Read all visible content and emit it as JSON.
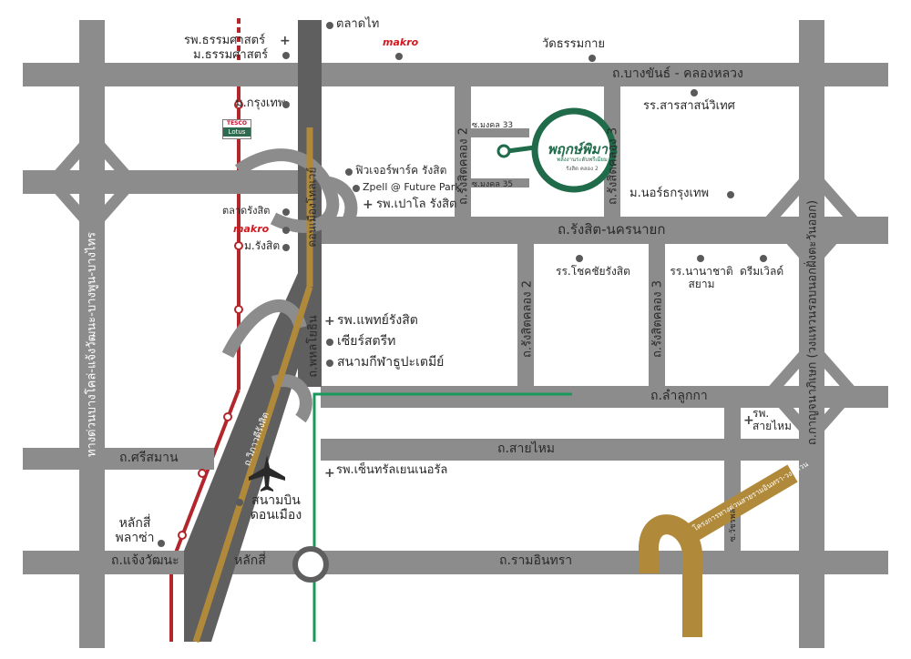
{
  "roads": {
    "vibhavadi": "ทางด่วนบางโคล่-แจ้งวัฒนะ-บางพูน-บางไทร",
    "kanchanaphisek": "ถ.กาญจนาภิเษก (วงแหวนรอบนอกฝั่งตะวันออก)",
    "bangkhan": "ถ.บางขันธ์ - คลองหลวง",
    "rangsit_nakhonnayok": "ถ.รังสิต-นครนายก",
    "lamlukka": "ถ.ลำลูกกา",
    "saimai": "ถ.สายไหม",
    "ramintra": "ถ.รามอินทรา",
    "srisaman": "ถ.ศรีสมาน",
    "chaengwattana": "ถ.แจ้งวัฒนะ",
    "laksi": "หลักสี่",
    "donmueang_tollway": "ดอนเมืองโทลเวย์",
    "phahonyothin": "ถ.พหลโยธิน",
    "vibhavadi_rangsit": "ถ.วิภาวดีรังสิต",
    "rangsit_khlong2_n": "ถ.รังสิตคลอง 2",
    "rangsit_khlong3_n": "ถ.รังสิตคลอง 3",
    "rangsit_khlong2_s": "ถ.รังสิตคลอง 2",
    "rangsit_khlong3_s": "ถ.รังสิตคลอง 3",
    "soi_mongkhon33": "ซ.มงคล 33",
    "soi_mongkhon35": "ซ.มงคล 35",
    "soi_watcharaphon": "ซ.วัชรพล",
    "project_road": "โครงการทางด่วนสายรามอินทรา-วงแหวน"
  },
  "places": {
    "talad_thai": "ตลาดไท",
    "thammasat_hospital": "รพ.ธรรมศาสตร์",
    "thammasat_univ": "ม.ธรรมศาสตร์",
    "makro_1": "makro",
    "wat_thammakai": "วัดธรรมกาย",
    "sarasas_school": "รร.สารสาสน์วิเทศ",
    "bangkok_univ": "ม.กรุงเทพ",
    "future_park": "ฟิวเจอร์พาร์ค รังสิต",
    "zpell": "Zpell @ Future Park",
    "paolo_hospital": "รพ.เปาโล รังสิต",
    "north_bangkok_univ": "ม.นอร์ธกรุงเทพ",
    "talad_rangsit": "ตลาดรังสิต",
    "makro_2": "makro",
    "rangsit_univ": "ม.รังสิต",
    "chokchai_school": "รร.โชคชัยรังสิต",
    "nanachat_school_1": "รร.นานาชาติ",
    "nanachat_school_2": "สยาม",
    "dream_world": "ดรีมเวิลด์",
    "phaet_rangsit": "รพ.แพทย์รังสิต",
    "zeer_rangsit": "เซียร์สตรีท",
    "thupatemee": "สนามกีฬาธูปะเตมีย์",
    "saimai_hospital_1": "รพ.",
    "saimai_hospital_2": "สายไหม",
    "central_general": "รพ.เซ็นทรัลเยนเนอรัล",
    "airport_1": "สนามบิน",
    "airport_2": "ดอนเมือง",
    "laksi_plaza_1": "หลักสี่",
    "laksi_plaza_2": "พลาซ่า",
    "tesco_top": "TESCO",
    "tesco_bottom": "Lotus"
  },
  "project": {
    "name": "พฤกษ์พิมาน",
    "tagline": "พลังงานระดับพรีเมียม",
    "location": "รังสิต คลอง 2"
  },
  "colors": {
    "road": "#8c8c8c",
    "road_dark": "#5f5f5f",
    "tollway": "#b08a3a",
    "rail": "#b3262b",
    "green_line": "#1a9a5a",
    "project": "#1f6b4a"
  },
  "icons": {
    "hospital": "plus-icon",
    "poi": "dot-icon",
    "airport": "airplane-icon",
    "rail_station": "ring-icon"
  }
}
